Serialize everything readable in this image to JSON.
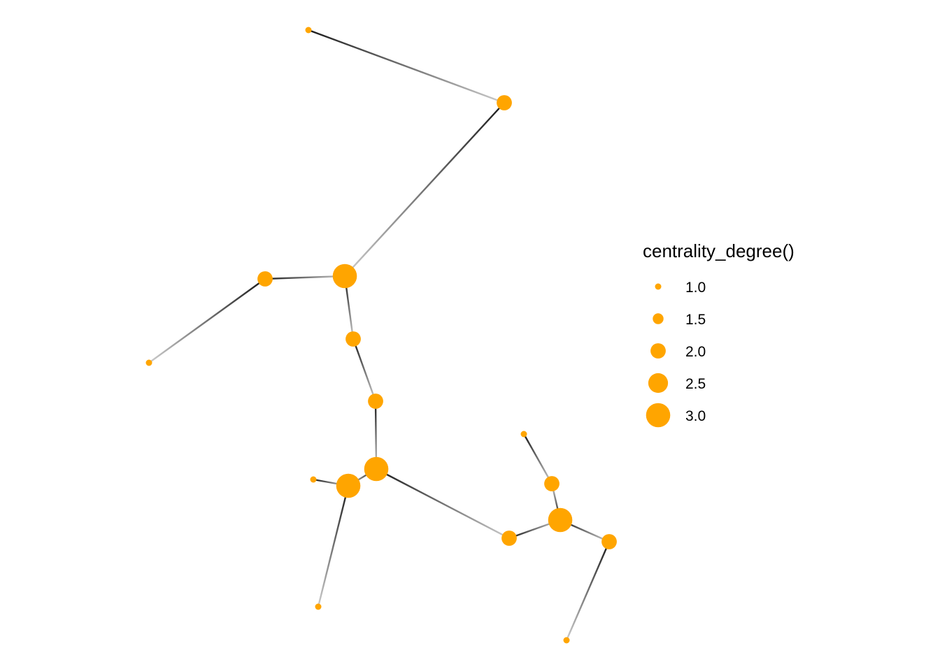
{
  "colors": {
    "node": "#FFA500",
    "edge_start": "#1a1a1a",
    "edge_end": "#cccccc",
    "background": "#ffffff"
  },
  "graph": {
    "nodes": [
      {
        "id": "n0",
        "degree": 1
      },
      {
        "id": "n1",
        "degree": 2
      },
      {
        "id": "n2",
        "degree": 3
      },
      {
        "id": "n3",
        "degree": 2
      },
      {
        "id": "n4",
        "degree": 1
      },
      {
        "id": "n5",
        "degree": 2
      },
      {
        "id": "n6",
        "degree": 2
      },
      {
        "id": "n7",
        "degree": 3
      },
      {
        "id": "n8",
        "degree": 3
      },
      {
        "id": "n9",
        "degree": 1
      },
      {
        "id": "n10",
        "degree": 1
      },
      {
        "id": "n11",
        "degree": 2
      },
      {
        "id": "n12",
        "degree": 3
      },
      {
        "id": "n13",
        "degree": 2
      },
      {
        "id": "n14",
        "degree": 1
      },
      {
        "id": "n15",
        "degree": 2
      },
      {
        "id": "n16",
        "degree": 1
      }
    ],
    "edges": [
      {
        "source": "n0",
        "target": "n1"
      },
      {
        "source": "n1",
        "target": "n2"
      },
      {
        "source": "n3",
        "target": "n2"
      },
      {
        "source": "n3",
        "target": "n4"
      },
      {
        "source": "n2",
        "target": "n5"
      },
      {
        "source": "n5",
        "target": "n6"
      },
      {
        "source": "n6",
        "target": "n7"
      },
      {
        "source": "n7",
        "target": "n8"
      },
      {
        "source": "n9",
        "target": "n8"
      },
      {
        "source": "n8",
        "target": "n10"
      },
      {
        "source": "n7",
        "target": "n11"
      },
      {
        "source": "n11",
        "target": "n12"
      },
      {
        "source": "n12",
        "target": "n13"
      },
      {
        "source": "n13",
        "target": "n14"
      },
      {
        "source": "n12",
        "target": "n15"
      },
      {
        "source": "n16",
        "target": "n15"
      }
    ]
  },
  "legend": {
    "title": "centrality_degree()",
    "entries": [
      {
        "label": "1.0",
        "value": 1.0
      },
      {
        "label": "1.5",
        "value": 1.5
      },
      {
        "label": "2.0",
        "value": 2.0
      },
      {
        "label": "2.5",
        "value": 2.5
      },
      {
        "label": "3.0",
        "value": 3.0
      }
    ]
  }
}
